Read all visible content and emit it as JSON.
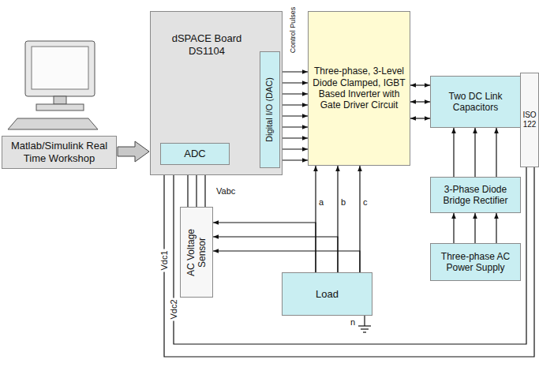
{
  "diagram": {
    "nodes": [
      {
        "text": [
          "Matlab/Simulink Real Time Workshop"
        ]
      },
      {
        "text": [
          "dSPACE Board DS1104"
        ]
      },
      {
        "text": [
          "ADC"
        ],
        "in": 1
      },
      {
        "text": [
          "Digital I/O (DAC)"
        ],
        "in": 1
      },
      {
        "text": [
          "Three-phase, 3-Level Diode Clamped, IGBT Based Inverter with Gate Driver Circuit"
        ]
      },
      {
        "text": [
          "Two DC Link Capacitors"
        ]
      },
      {
        "text": [
          "ISO 122"
        ]
      },
      {
        "text": [
          "3-Phase Diode Bridge Rectifier"
        ]
      },
      {
        "text": [
          "Three-phase AC Power Supply"
        ]
      },
      {
        "text": [
          "AC Voltage Sensor"
        ]
      },
      {
        "text": [
          "Load"
        ]
      }
    ],
    "edges": [
      {
        "from": 0,
        "to": 1,
        "arrow": "to"
      },
      {
        "from": 3,
        "to": 4,
        "arrow": "to"
      },
      {
        "from": 4,
        "to": 5,
        "arrow": "both"
      },
      {
        "from": 5,
        "to": 6,
        "arrow": "to"
      },
      {
        "from": 7,
        "to": 5,
        "arrow": "to"
      },
      {
        "from": 8,
        "to": 7,
        "arrow": "to"
      },
      {
        "from": 10,
        "to": 4,
        "arrow": "to"
      },
      {
        "from": 10,
        "to": 9,
        "arrow": "to"
      },
      {
        "from": 9,
        "to": 2,
        "arrow": "to"
      },
      {
        "from": 6,
        "to": 2,
        "label": "Vdc1",
        "arrow": "to"
      },
      {
        "from": 6,
        "to": 2,
        "label": "Vdc2",
        "arrow": "to"
      }
    ],
    "labels": [
      "Control Pulses",
      "Vabc",
      "a",
      "b",
      "c",
      "n"
    ]
  }
}
